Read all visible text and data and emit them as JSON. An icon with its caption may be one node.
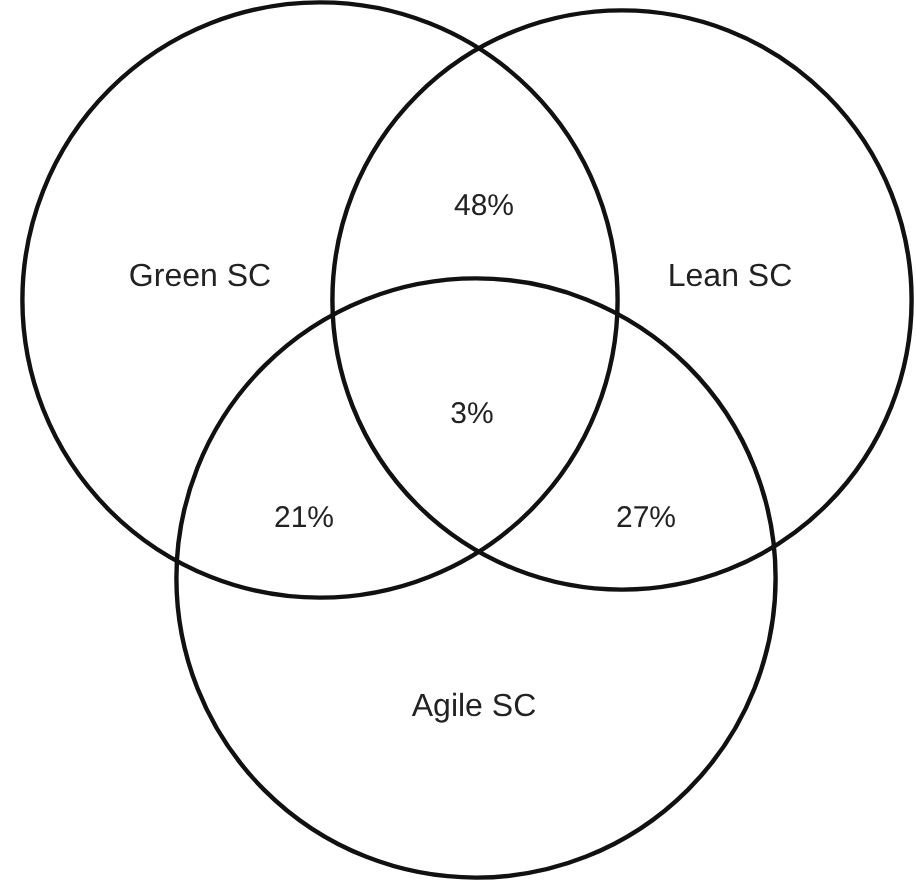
{
  "diagram": {
    "nodes": [
      {
        "text": [
          "Green SC"
        ]
      },
      {
        "text": [
          "Lean SC"
        ]
      },
      {
        "text": [
          "Agile SC"
        ]
      }
    ],
    "labels": [
      "48%",
      "3%",
      "21%",
      "27%"
    ]
  }
}
